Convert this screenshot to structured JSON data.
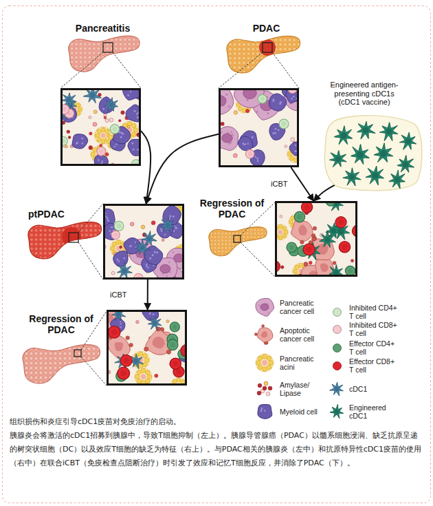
{
  "diagram": {
    "title": "组织损伤和炎症引导cDC1疫苗对免疫治疗的启动。",
    "caption": "胰腺炎会将激活的cDC1招募到胰腺中，导致T细胞抑制（左上）。胰腺导管腺癌（PDAC）以髓系细胞浸润、缺乏抗原呈递的树突状细胞（DC）以及效应T细胞的缺乏为特征（右上）。与PDAC相关的胰腺炎（左中）和抗原特异性cDC1疫苗的使用（右中）在联合iCBT（免疫检查点阻断治疗）时引发了效应和记忆T细胞反应，并消除了PDAC（下）。",
    "nodes": [
      {
        "text": [
          "Pancreatitis"
        ]
      },
      {
        "text": [
          "PDAC"
        ]
      },
      {
        "text": [
          "Engineered antigen-presenting cDC1s (cDC1 vaccine)"
        ]
      },
      {
        "text": [
          "ptPDAC"
        ]
      },
      {
        "text": [
          "Regression of PDAC"
        ]
      },
      {
        "text": [
          "Regression of PDAC"
        ]
      }
    ],
    "edges": [
      {
        "from": 0,
        "to": 3,
        "arrow": "to"
      },
      {
        "from": 1,
        "to": 3,
        "arrow": "to"
      },
      {
        "from": 1,
        "to": 4,
        "label": "iCBT",
        "arrow": "to"
      },
      {
        "from": 2,
        "to": 4,
        "arrow": "to"
      },
      {
        "from": 3,
        "to": 5,
        "label": "iCBT",
        "arrow": "to"
      }
    ],
    "legend": [
      {
        "text": "Pancreatic cancer cell"
      },
      {
        "text": "Apoptotic cancer cell"
      },
      {
        "text": "Pancreatic acini"
      },
      {
        "text": "Amylase/ Lipase"
      },
      {
        "text": "Myeloid cell"
      },
      {
        "text": "Inhibited CD4+ T cell",
        "color": "#cfe8c8"
      },
      {
        "text": "Inhibited CD8+ T cell",
        "color": "#f6c9cf"
      },
      {
        "text": "Effector CD4+ T cell",
        "color": "#5aa173"
      },
      {
        "text": "Effector CD8+ T cell",
        "color": "#e3262d"
      },
      {
        "text": "cDC1"
      },
      {
        "text": "Engineered cDC1"
      }
    ]
  }
}
